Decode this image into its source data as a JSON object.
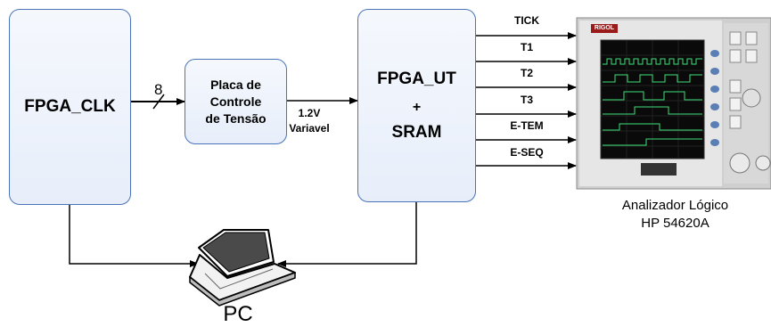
{
  "blocks": {
    "fpga_clk": "FPGA_CLK",
    "control_board": [
      "Placa de",
      "Controle",
      "de Tensão"
    ],
    "fpga_ut": [
      "FPGA_UT",
      "+",
      "SRAM"
    ]
  },
  "bus_width": "8",
  "voltage_label": [
    "1.2V",
    "Variavel"
  ],
  "signals": [
    "TICK",
    "T1",
    "T2",
    "T3",
    "E-TEM",
    "E-SEQ"
  ],
  "analyzer": {
    "brand": "RIGOL",
    "caption": [
      "Analizador Lógico",
      "HP 54620A"
    ]
  },
  "pc_label": "PC"
}
